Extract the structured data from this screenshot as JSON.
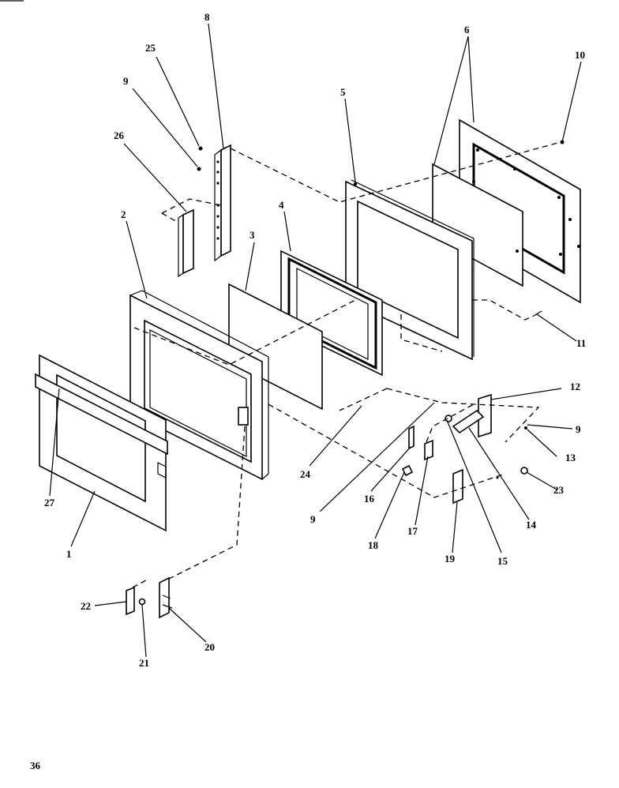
{
  "diagram": {
    "callouts": {
      "c1": "1",
      "c2": "2",
      "c3": "3",
      "c4": "4",
      "c5": "5",
      "c6": "6",
      "c8": "8",
      "c9a": "9",
      "c9b": "9",
      "c9c": "9",
      "c10": "10",
      "c11": "11",
      "c12": "12",
      "c13": "13",
      "c14": "14",
      "c15": "15",
      "c16": "16",
      "c17": "17",
      "c18": "18",
      "c19": "19",
      "c20": "20",
      "c21": "21",
      "c22": "22",
      "c23": "23",
      "c24": "24",
      "c25": "25",
      "c26": "26",
      "c27": "27"
    }
  },
  "page": {
    "number": "36"
  }
}
